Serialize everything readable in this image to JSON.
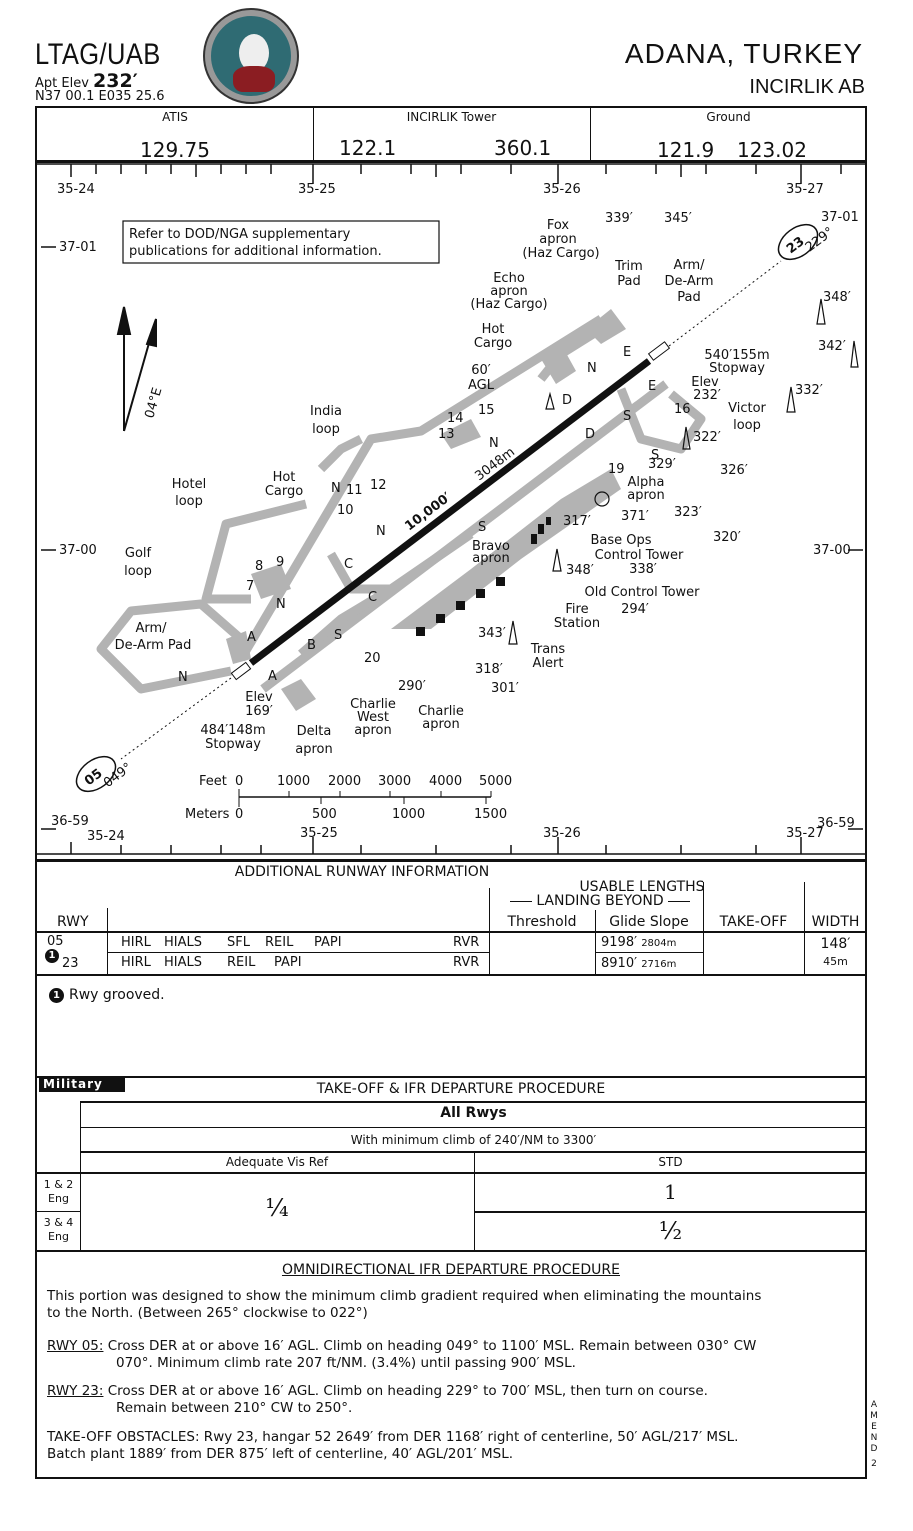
{
  "header": {
    "ident": "LTAG/UAB",
    "apt_elev_label": "Apt Elev",
    "apt_elev": "232′",
    "coords": "N37 00.1  E035 25.6",
    "city": "ADANA, TURKEY",
    "airport": "INCIRLIK AB"
  },
  "freqs": {
    "atis_label": "ATIS",
    "atis": "129.75",
    "tower_label": "INCIRLIK Tower",
    "tower_1": "122.1",
    "tower_2": "360.1",
    "ground_label": "Ground",
    "ground_1": "121.9",
    "ground_2": "123.02"
  },
  "grid": {
    "lon_top": [
      "35-24",
      "35-25",
      "35-26",
      "35-27"
    ],
    "lon_bottom": [
      "35-24",
      "35-25",
      "35-26",
      "35-27"
    ],
    "lat_left": [
      "37-01",
      "37-00",
      "36-59"
    ],
    "lat_right": [
      "37-01",
      "37-00",
      "36-59"
    ]
  },
  "diagram": {
    "note": [
      "Refer to DOD/NGA supplementary",
      "publications for additional information."
    ],
    "variation": "04°E",
    "rwy05": "05",
    "rwy05_hdg": "049°",
    "rwy23": "23",
    "rwy23_hdg": "229°",
    "length": "10,000′",
    "length_m": "3048m",
    "labels": {
      "fox": [
        "Fox",
        "apron",
        "(Haz Cargo)"
      ],
      "echo": [
        "Echo",
        "apron",
        "(Haz Cargo)"
      ],
      "trim": [
        "Trim",
        "Pad"
      ],
      "armne": [
        "Arm/",
        "De-Arm",
        "Pad"
      ],
      "hotcargo_n": [
        "Hot",
        "Cargo"
      ],
      "agl": [
        "60′",
        "AGL"
      ],
      "stop23": [
        "540′155m",
        "Stopway"
      ],
      "elev23": [
        "Elev",
        "232′"
      ],
      "victor": [
        "Victor",
        "loop"
      ],
      "india": [
        "India",
        "loop"
      ],
      "hotel": [
        "Hotel",
        "loop"
      ],
      "hotcargo_w": [
        "Hot",
        "Cargo"
      ],
      "golf": [
        "Golf",
        "loop"
      ],
      "armsw": [
        "Arm/",
        "De-Arm Pad"
      ],
      "elev05": [
        "Elev",
        "169′"
      ],
      "stop05": [
        "484′148m",
        "Stopway"
      ],
      "delta": [
        "Delta",
        "apron"
      ],
      "charliew": [
        "Charlie",
        "West",
        "apron"
      ],
      "charlie": [
        "Charlie",
        "apron"
      ],
      "bravo": [
        "Bravo",
        "apron"
      ],
      "alpha": [
        "Alpha",
        "apron"
      ],
      "baseops": "Base Ops",
      "ctltower": [
        "Control Tower",
        "338′"
      ],
      "oldtower": [
        "Old Control Tower",
        "294′"
      ],
      "fire": [
        "Fire",
        "Station"
      ],
      "trans": [
        "Trans",
        "Alert"
      ]
    },
    "obstacles": [
      "339′",
      "345′",
      "348′",
      "342′",
      "332′",
      "322′",
      "329′",
      "326′",
      "323′",
      "320′",
      "317′",
      "371′",
      "348′",
      "343′",
      "318′",
      "301′",
      "290′"
    ],
    "taxi": [
      "E",
      "E",
      "D",
      "D",
      "S",
      "N",
      "N",
      "N",
      "N",
      "N",
      "N",
      "S",
      "S",
      "C",
      "C",
      "A",
      "A",
      "B",
      "S"
    ],
    "spots": [
      "14",
      "15",
      "13",
      "16",
      "19",
      "11",
      "12",
      "10",
      "8",
      "9",
      "7",
      "20"
    ],
    "scale": {
      "feet_label": "Feet",
      "feet": [
        "0",
        "1000",
        "2000",
        "3000",
        "4000",
        "5000"
      ],
      "meters_label": "Meters",
      "meters": [
        "0",
        "500",
        "1000",
        "1500"
      ]
    }
  },
  "runway_info": {
    "title": "ADDITIONAL RUNWAY INFORMATION",
    "usable": "USABLE LENGTHS",
    "landing_beyond": "LANDING BEYOND",
    "col_rwy": "RWY",
    "col_threshold": "Threshold",
    "col_glide": "Glide Slope",
    "col_takeoff": "TAKE-OFF",
    "col_width": "WIDTH",
    "rows": [
      {
        "rwy": "05",
        "lights": [
          "HIRL",
          "HIALS",
          "SFL",
          "REIL",
          "PAPI"
        ],
        "rvr": "RVR",
        "glide_ft": "9198′",
        "glide_m": "2804m"
      },
      {
        "rwy": "23",
        "lights": [
          "HIRL",
          "HIALS",
          "REIL",
          "PAPI"
        ],
        "rvr": "RVR",
        "glide_ft": "8910′",
        "glide_m": "2716m"
      }
    ],
    "width_ft": "148′",
    "width_m": "45m",
    "note_marker": "1",
    "note": "Rwy grooved."
  },
  "military": {
    "label": "Military",
    "title": "TAKE-OFF & IFR DEPARTURE PROCEDURE",
    "all_rwys": "All Rwys",
    "climb": "With minimum climb of 240′/NM to 3300′",
    "col_adequate": "Adequate Vis Ref",
    "col_std": "STD",
    "row1": [
      "1 & 2",
      "Eng"
    ],
    "row2": [
      "3 & 4",
      "Eng"
    ],
    "adequate": "¼",
    "std1": "1",
    "std2": "½"
  },
  "omni": {
    "title": "OMNIDIRECTIONAL IFR DEPARTURE PROCEDURE",
    "p1": [
      "This portion was designed to show the minimum climb gradient required when eliminating the mountains",
      "to the North. (Between 265° clockwise to 022°)"
    ],
    "rwy05_label": "RWY 05:",
    "rwy05": [
      "Cross DER at or above 16′ AGL. Climb on heading 049° to 1100′ MSL. Remain between 030° CW",
      "070°. Minimum climb rate 207 ft/NM. (3.4%) until passing 900′ MSL."
    ],
    "rwy23_label": "RWY 23:",
    "rwy23": [
      "Cross DER at or above 16′ AGL. Climb on heading 229° to 700′ MSL, then turn on course.",
      "Remain between 210° CW to 250°."
    ],
    "obstacles": [
      "TAKE-OFF OBSTACLES: Rwy 23, hangar 52 2649′ from DER 1168′ right of centerline, 50′ AGL/217′ MSL.",
      "Batch plant 1889′ from DER 875′ left of centerline, 40′ AGL/201′ MSL."
    ]
  },
  "amend": [
    "A",
    "M",
    "E",
    "N",
    "D",
    "2"
  ],
  "colors": {
    "ink": "#111111",
    "pavement": "#b3b3b3"
  }
}
